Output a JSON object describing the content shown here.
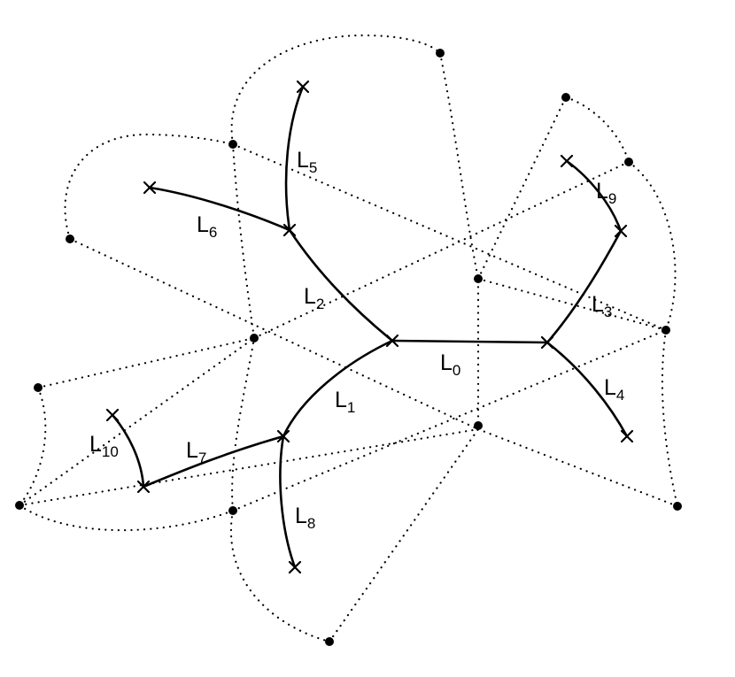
{
  "labels": {
    "l0": {
      "main": "L",
      "sub": "0"
    },
    "l1": {
      "main": "L",
      "sub": "1"
    },
    "l2": {
      "main": "L",
      "sub": "2"
    },
    "l3": {
      "main": "L",
      "sub": "3"
    },
    "l4": {
      "main": "L",
      "sub": "4"
    },
    "l5": {
      "main": "L",
      "sub": "5"
    },
    "l6": {
      "main": "L",
      "sub": "6"
    },
    "l7": {
      "main": "L",
      "sub": "7"
    },
    "l8": {
      "main": "L",
      "sub": "8"
    },
    "l9": {
      "main": "L",
      "sub": "9"
    },
    "l10": {
      "main": "L",
      "sub": "10"
    }
  },
  "colors": {
    "line": "#000000",
    "background": "#ffffff"
  }
}
